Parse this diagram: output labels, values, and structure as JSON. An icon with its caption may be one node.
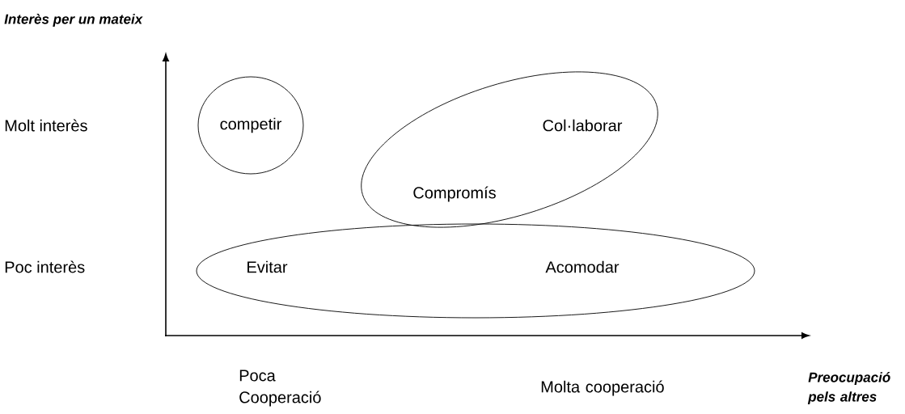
{
  "diagram": {
    "nodes": [
      {
        "text": [
          "competir"
        ]
      },
      {
        "text": [
          "Col·laborar",
          "Compromís"
        ]
      },
      {
        "text": [
          "Evitar",
          "Acomodar"
        ]
      }
    ],
    "labels": [
      "Interès per un mateix",
      "Molt interès",
      "Poc interès",
      "Poca Cooperació",
      "Molta cooperació",
      "Preocupació pels altres"
    ]
  }
}
